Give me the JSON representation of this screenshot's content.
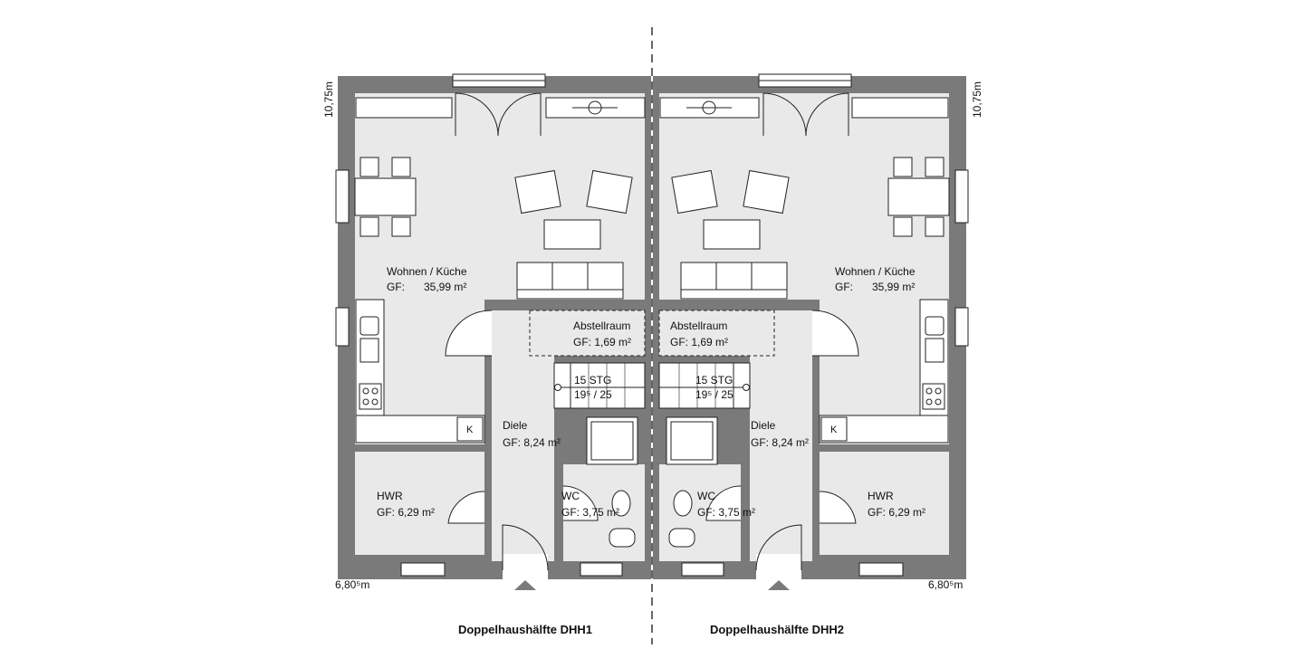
{
  "colors": {
    "wall": "#7a7a7a",
    "floor": "#e9e9e9",
    "furniture": "#ffffff",
    "line": "#222222"
  },
  "units": [
    {
      "caption": "Doppelhaushälfte DHH1",
      "wohnen_name": "Wohnen / Küche",
      "wohnen_gf_label": "GF:",
      "wohnen_gf_value": "35,99 m²",
      "abstell_name": "Abstellraum",
      "abstell_gf": "GF: 1,69 m²",
      "stairs_line1": "15 STG",
      "stairs_line2": "19⁵ / 25",
      "diele_name": "Diele",
      "diele_gf": "GF: 8,24 m²",
      "wc_name": "WC",
      "wc_gf": "GF: 3,75 m²",
      "hwr_name": "HWR",
      "hwr_gf": "GF: 6,29 m²",
      "kuehl_label": "K",
      "dim_depth": "10,75m",
      "dim_width": "6,80⁵m"
    },
    {
      "caption": "Doppelhaushälfte DHH2",
      "wohnen_name": "Wohnen / Küche",
      "wohnen_gf_label": "GF:",
      "wohnen_gf_value": "35,99 m²",
      "abstell_name": "Abstellraum",
      "abstell_gf": "GF: 1,69 m²",
      "stairs_line1": "15 STG",
      "stairs_line2": "19⁵ / 25",
      "diele_name": "Diele",
      "diele_gf": "GF: 8,24 m²",
      "wc_name": "WC",
      "wc_gf": "GF: 3,75 m²",
      "hwr_name": "HWR",
      "hwr_gf": "GF: 6,29 m²",
      "kuehl_label": "K",
      "dim_depth": "10,75m",
      "dim_width": "6,80⁵m"
    }
  ]
}
